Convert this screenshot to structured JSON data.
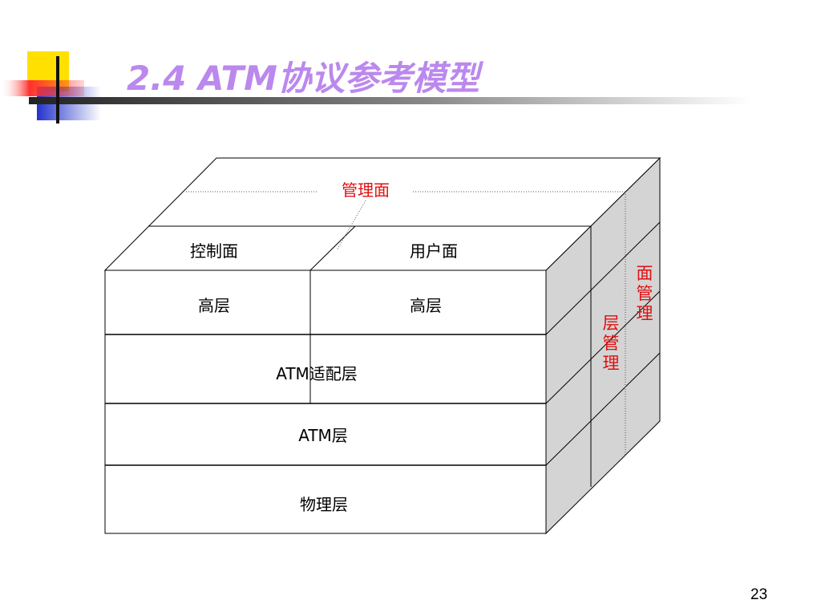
{
  "slide": {
    "title": "2.4  ATM协议参考模型",
    "page_number": "23"
  },
  "diagram": {
    "management_plane_label": "管理面",
    "control_plane_label": "控制面",
    "user_plane_label": "用户面",
    "higher_layer_control": "高层",
    "higher_layer_user": "高层",
    "aal_layer": "ATM适配层",
    "atm_layer": "ATM层",
    "physical_layer": "物理层",
    "layer_management_chars": [
      "层",
      "管",
      "理"
    ],
    "plane_management_chars": [
      "面",
      "管",
      "理"
    ],
    "colors": {
      "title": "#bb88ee",
      "red_label": "#e01010",
      "side_face": "#d4d4d4",
      "accent_yellow": "#ffe000",
      "accent_red": "#ff2a2a",
      "accent_blue": "#2233cc"
    }
  }
}
